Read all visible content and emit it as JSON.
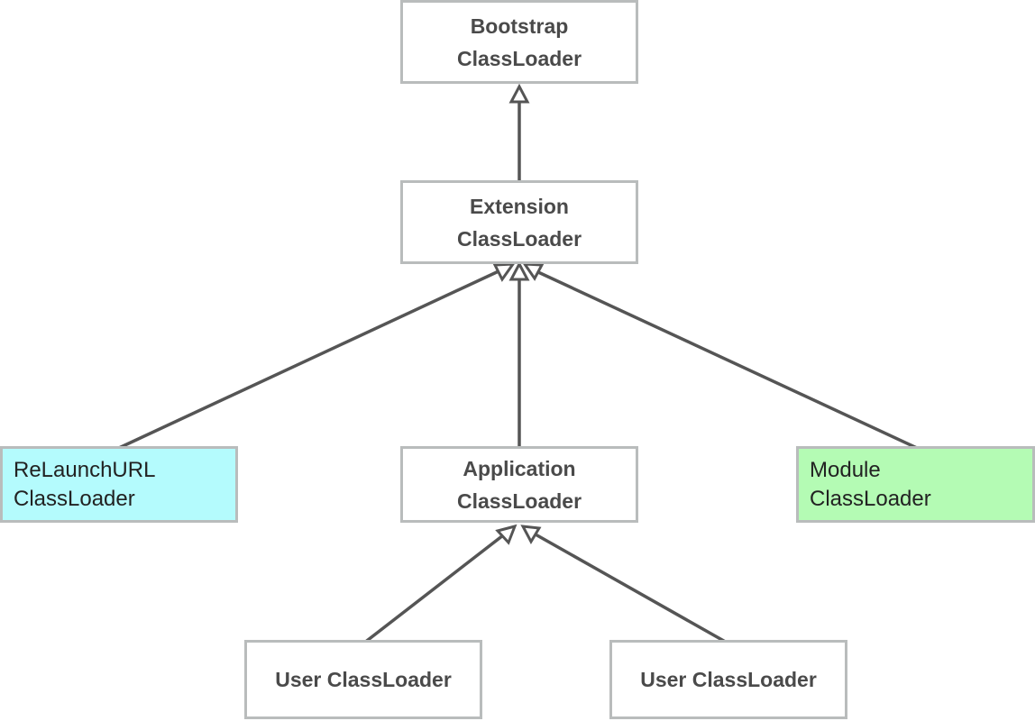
{
  "colors": {
    "edge": "#555555",
    "box_border": "#b9bcbc",
    "relaunch_fill": "#b4fbfd",
    "module_fill": "#b4fbb4"
  },
  "nodes": {
    "bootstrap": {
      "line1": "Bootstrap",
      "line2": "ClassLoader"
    },
    "extension": {
      "line1": "Extension",
      "line2": "ClassLoader"
    },
    "relaunch": {
      "line1": "ReLaunchURL",
      "line2": "ClassLoader"
    },
    "application": {
      "line1": "Application",
      "line2": "ClassLoader"
    },
    "module": {
      "line1": "Module",
      "line2": "ClassLoader"
    },
    "user1": {
      "line1": "User ClassLoader"
    },
    "user2": {
      "line1": "User ClassLoader"
    }
  },
  "edges": [
    {
      "from": "extension",
      "to": "bootstrap"
    },
    {
      "from": "relaunch",
      "to": "extension"
    },
    {
      "from": "application",
      "to": "extension"
    },
    {
      "from": "module",
      "to": "extension"
    },
    {
      "from": "user1",
      "to": "application"
    },
    {
      "from": "user2",
      "to": "application"
    }
  ]
}
